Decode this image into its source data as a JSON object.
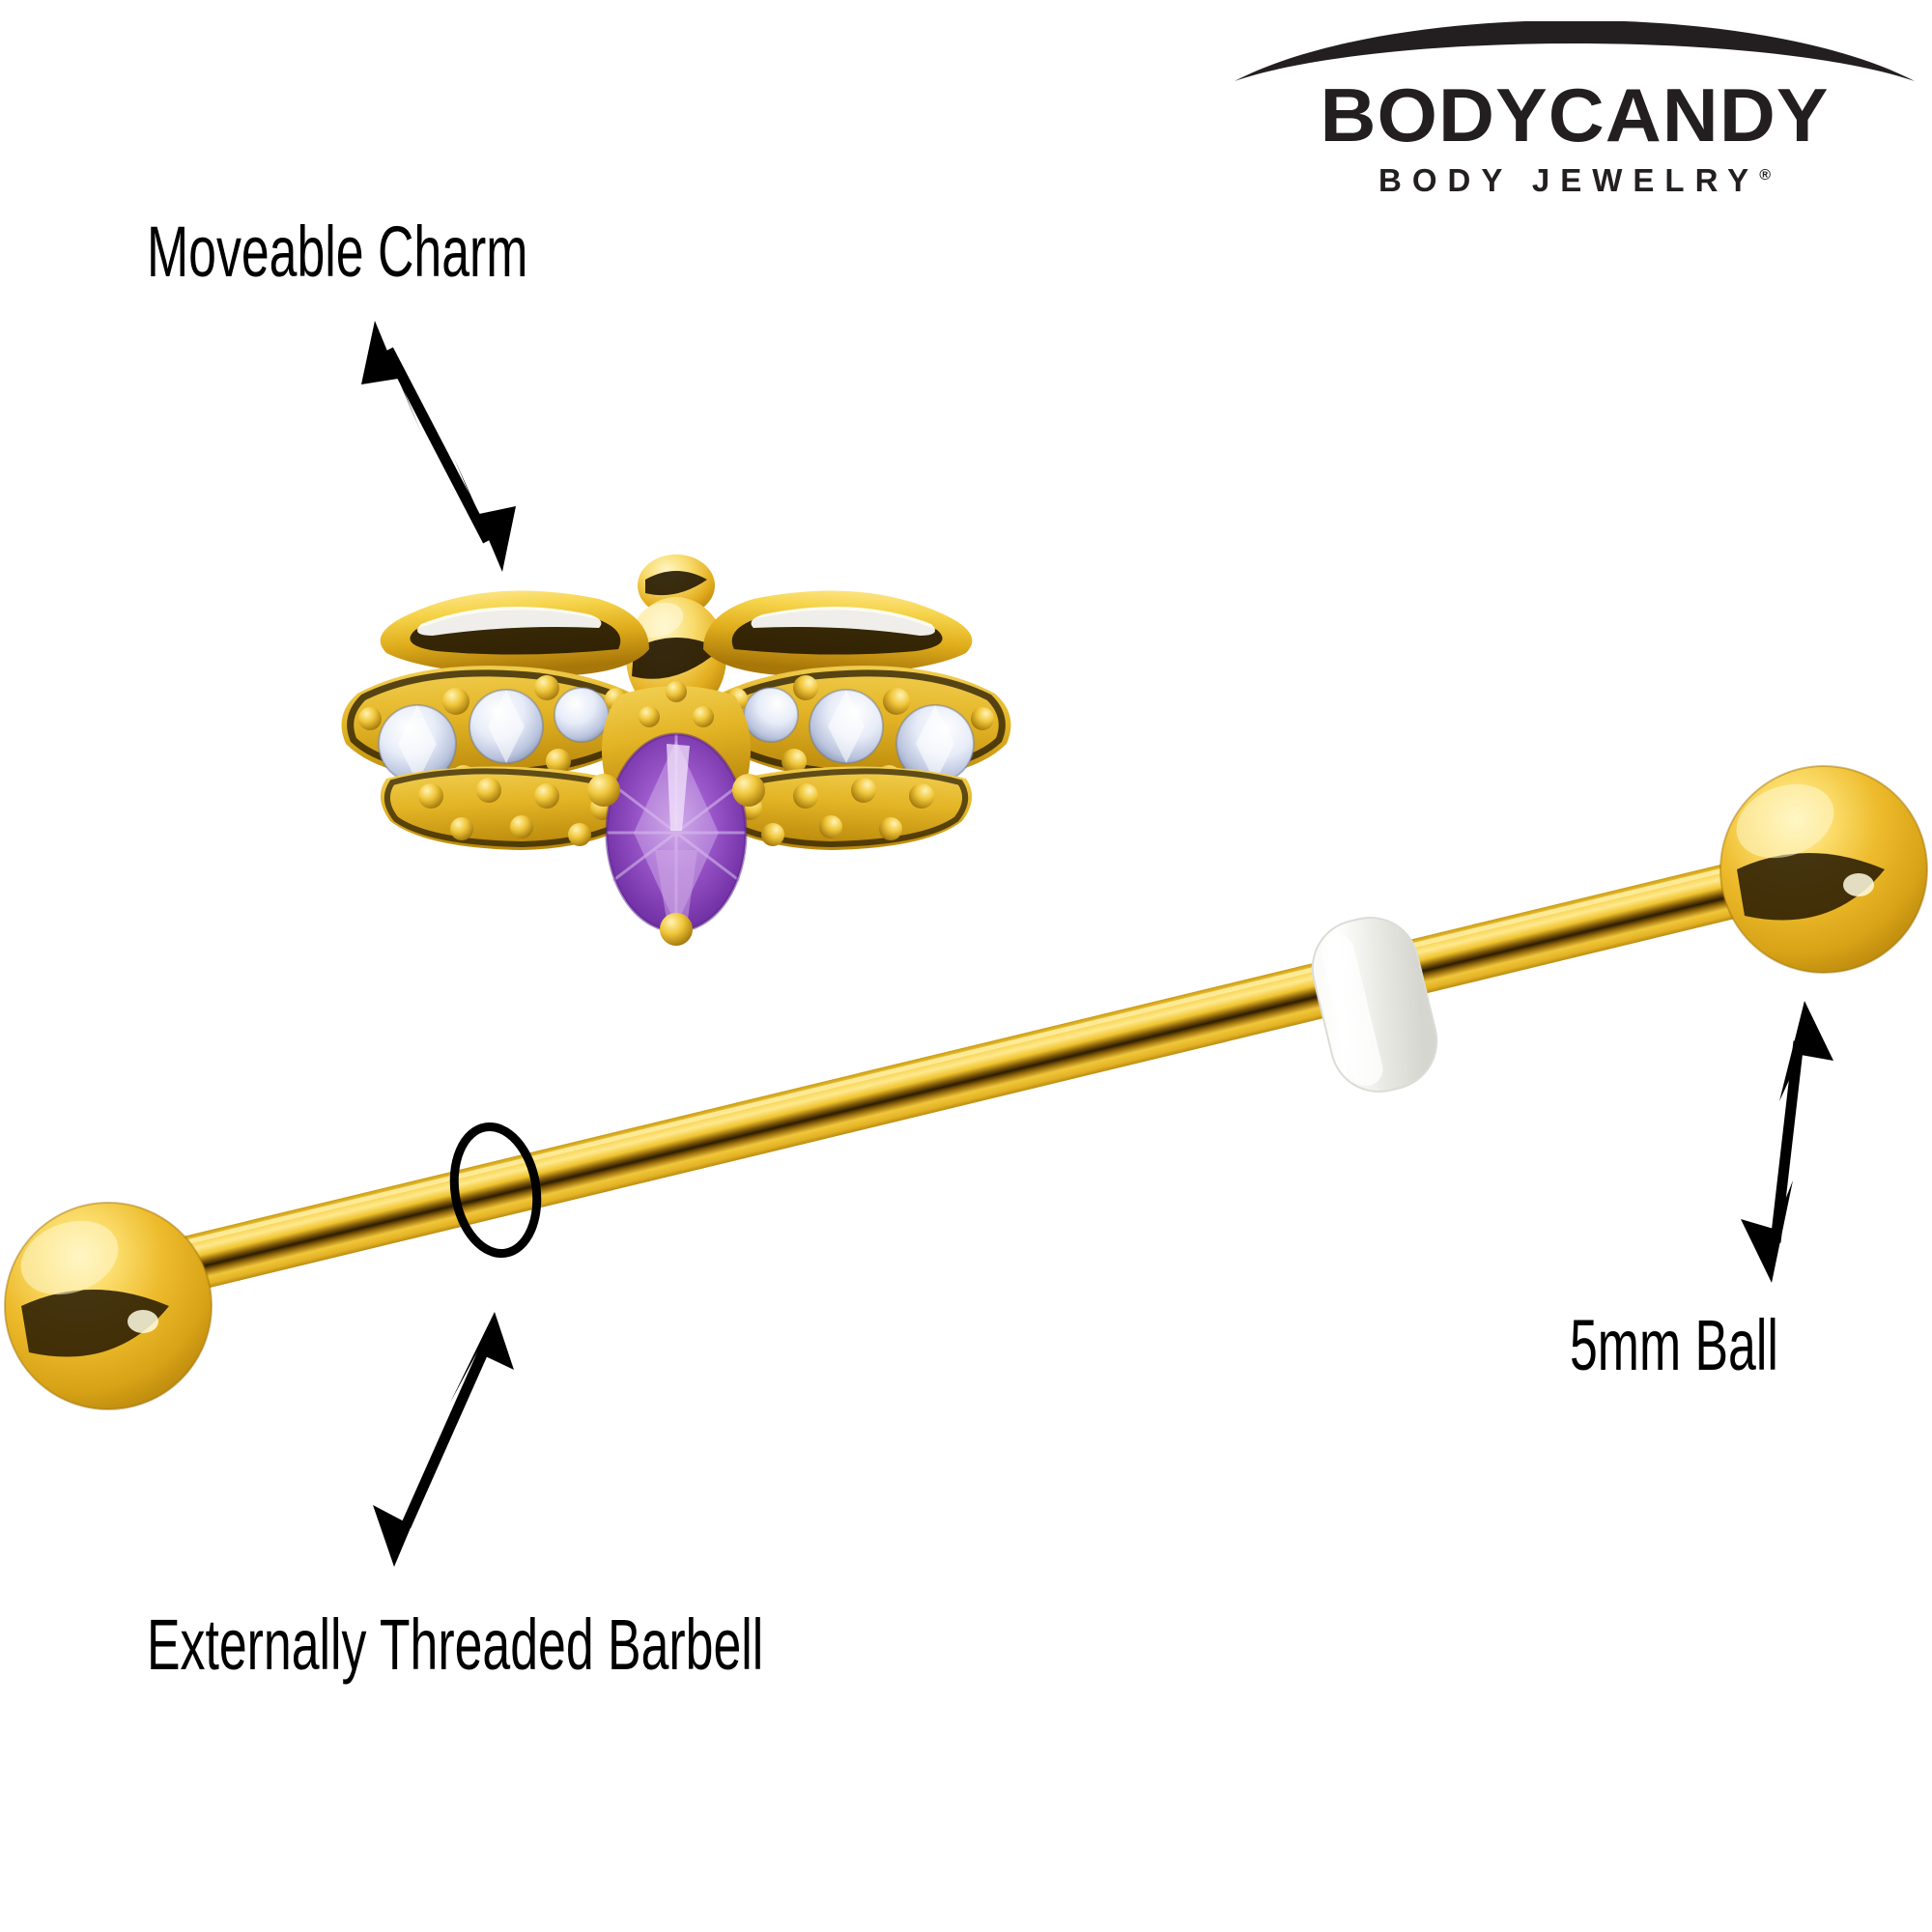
{
  "brand": {
    "name": "BODYCANDY",
    "tagline": "BODY JEWELRY",
    "registered_mark": "®",
    "logo_color": "#231f20"
  },
  "product": {
    "type": "Industrial Barbell with Moveable Bee Charm",
    "metal_color": "#e8b830",
    "metal_highlight": "#fff0a8",
    "metal_shadow": "#a87a12",
    "reflection_color": "#1a1207"
  },
  "callouts": [
    {
      "id": "moveable-charm",
      "label": "Moveable Charm",
      "arrow": "double-headed-arrow-down-right",
      "points_to": "bee-charm"
    },
    {
      "id": "externally-threaded-barbell",
      "label": "Externally Threaded Barbell",
      "arrow": "double-headed-arrow-up-right",
      "points_to": "threading-ellipse-marker"
    },
    {
      "id": "five-mm-ball",
      "label": "5mm Ball",
      "arrow": "double-headed-arrow-up",
      "points_to": "right-ball-end"
    }
  ],
  "charm": {
    "name": "bee-charm",
    "body_gem": {
      "name": "amethyst-oval-gem",
      "shape": "oval",
      "color": "#7b3fb0",
      "highlight": "#c89ee0",
      "deep": "#4e1f7d"
    },
    "accent_gems": {
      "name": "clear-cz-gems",
      "count": 6,
      "color": "#eef2fb",
      "shadow": "#8f9cc2"
    },
    "wings": 2,
    "antennae": 1,
    "head": "gold-head-ball"
  },
  "barbell": {
    "left_ball": {
      "name": "left-ball-end",
      "size_label": "5mm"
    },
    "right_ball": {
      "name": "right-ball-end",
      "size_label": "5mm"
    },
    "oring": {
      "name": "white-oring-bead",
      "color": "#f2f2ef"
    },
    "threading_marker": {
      "name": "threading-ellipse-marker",
      "color": "#000000"
    }
  },
  "background": {
    "color": "#ffffff"
  }
}
